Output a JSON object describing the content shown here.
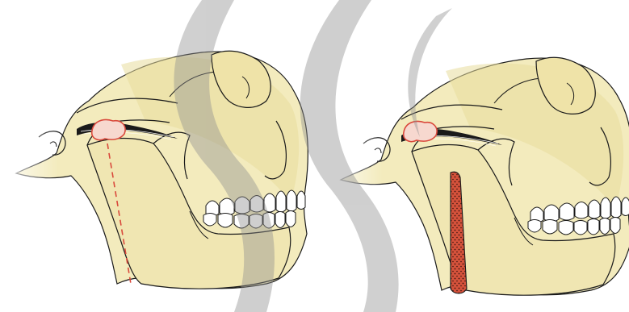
{
  "figure": {
    "panels": [
      {
        "id": "panel-left",
        "stage": "before",
        "cut_line": "dashed",
        "graft": "none"
      },
      {
        "id": "panel-right",
        "stage": "after",
        "cut_line": "none",
        "graft": "bone-graft-strip"
      }
    ],
    "colors": {
      "bone": "#f2e9b9",
      "bone_shade": "#e4d795",
      "outline": "#1a1a1a",
      "condyle_highlight": "#d9483b",
      "graft_fill": "#d5523b",
      "graft_dots": "#3a1410",
      "cut_line": "#d9483b",
      "teeth": "#ffffff",
      "watermark": "#9a9a9a"
    },
    "icons": [
      "skull-lateral-illustration",
      "watermark-swoosh"
    ]
  }
}
